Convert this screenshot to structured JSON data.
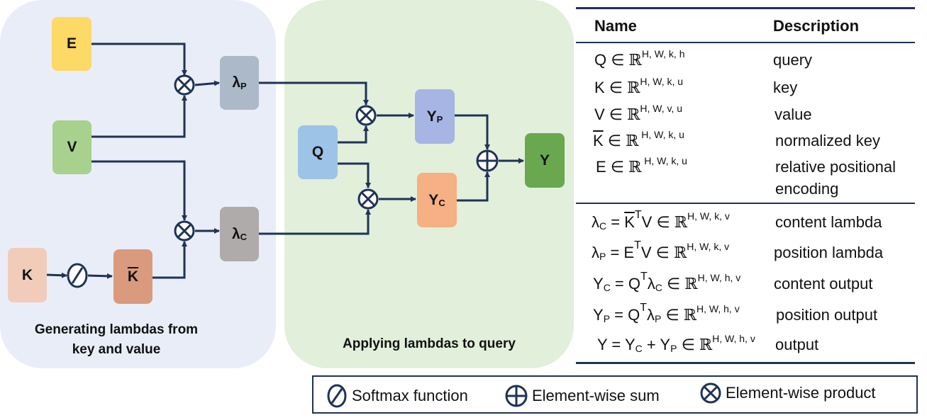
{
  "panels": {
    "generate_caption_line1": "Generating lambdas from",
    "generate_caption_line2": "key and value",
    "apply_caption": "Applying lambdas to query"
  },
  "nodes": {
    "E": "E",
    "V": "V",
    "K": "K",
    "K_bar": "K",
    "lambda_p": "λ",
    "lambda_p_sub": "P",
    "lambda_c": "λ",
    "lambda_c_sub": "C",
    "Q": "Q",
    "Y_p": "Y",
    "Y_p_sub": "P",
    "Y_c": "Y",
    "Y_c_sub": "C",
    "Y": "Y"
  },
  "colors": {
    "E": "#fdd966",
    "V": "#a8d18d",
    "K": "#f1ccbb",
    "K_bar": "#d99a7d",
    "lambda_p": "#abb9c9",
    "lambda_c": "#b0abab",
    "Q": "#9dc3e6",
    "Y_p": "#a6b5e3",
    "Y_c": "#f5b083",
    "Y": "#6aa84f",
    "wire": "#1f3355"
  },
  "table": {
    "header_name": "Name",
    "header_description": "Description",
    "rows_top": [
      {
        "pre": "Q ∈ ",
        "bb": "ℝ",
        "sup": "H, W, k, h",
        "desc": "query"
      },
      {
        "pre": "K ∈ ",
        "bb": "ℝ",
        "sup": "H, W, k, u",
        "desc": "key"
      },
      {
        "pre": "V ∈ ",
        "bb": "ℝ",
        "sup": "H, W, v, u",
        "desc": "value"
      },
      {
        "pre": "K",
        "pre_overline": true,
        "post": " ∈ ",
        "bb": "ℝ",
        "sup": " H, W, k, u",
        "desc": "normalized key"
      },
      {
        "pre": "E ∈ ",
        "bb": "ℝ",
        "sup": " H, W, k, u",
        "desc": "relative positional",
        "desc2": "encoding"
      }
    ],
    "rows_bottom": [
      {
        "desc": "content lambda"
      },
      {
        "desc": "position lambda"
      },
      {
        "desc": "content output"
      },
      {
        "desc": "position output"
      },
      {
        "desc": "output"
      }
    ],
    "eq": {
      "lc_l": "λ",
      "lc_lsub": "C",
      "lc_eq": " = ",
      "lc_k": "K",
      "lc_T": "T",
      "lc_rest": "V ∈ ",
      "lc_bb": "ℝ",
      "lc_sup": "H, W, k, v",
      "lp_l": "λ",
      "lp_lsub": "P",
      "lp_eq": " = E",
      "lp_T": "T",
      "lp_rest": "V ∈ ",
      "lp_bb": "ℝ",
      "lp_sup": "H, W, k, v",
      "yc_y": "Y",
      "yc_ysub": "C",
      "yc_eq": " = Q",
      "yc_T": "T",
      "yc_l": "λ",
      "yc_lsub": "C",
      "yc_rest": " ∈ ",
      "yc_bb": "ℝ",
      "yc_sup": "H, W, h, v",
      "yp_y": "Y",
      "yp_ysub": "P",
      "yp_eq": " = Q",
      "yp_T": "T",
      "yp_l": "λ",
      "yp_lsub": "P",
      "yp_rest": " ∈ ",
      "yp_bb": "ℝ",
      "yp_sup": "H, W, h, v",
      "y_y": "Y = Y",
      "y_sub1": "C",
      "y_plus": " + Y",
      "y_sub2": "P",
      "y_rest": " ∈ ",
      "y_bb": "ℝ",
      "y_sup": "H, W, h, v"
    }
  },
  "legend": {
    "softmax": "Softmax function",
    "sum": "Element-wise sum",
    "product": "Element-wise product"
  }
}
